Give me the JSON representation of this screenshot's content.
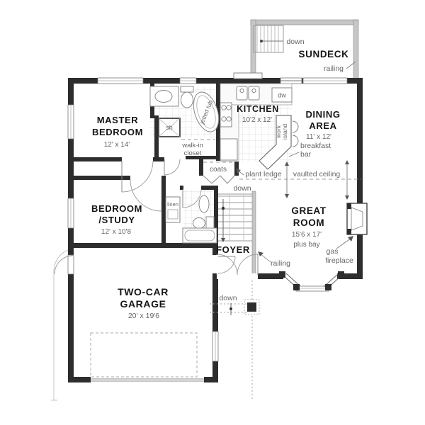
{
  "rooms": {
    "master_bedroom": {
      "line1": "MASTER",
      "line2": "BEDROOM",
      "dims": "12' x 14'"
    },
    "bedroom_study": {
      "line1": "BEDROOM",
      "line2": "/STUDY",
      "dims": "12' x 10'8"
    },
    "kitchen": {
      "name": "KITCHEN",
      "dims": "10'2 x 12'"
    },
    "dining_area": {
      "line1": "DINING",
      "line2": "AREA",
      "dims": "11' x 12'"
    },
    "great_room": {
      "line1": "GREAT",
      "line2": "ROOM",
      "dims": "15'6 x 17'",
      "note": "plus bay"
    },
    "foyer": {
      "name": "FOYER"
    },
    "garage": {
      "line1": "TWO-CAR",
      "line2": "GARAGE",
      "dims": "20' x 19'6"
    },
    "sundeck": {
      "name": "SUNDECK"
    }
  },
  "annotations": {
    "sundeck_down": "down",
    "sundeck_railing": "railing",
    "dishwasher": "dw",
    "work": "work",
    "island": "island",
    "breakfast": "breakfast",
    "bar": "bar",
    "jetted_tub": "jetted tub",
    "shower": "sh",
    "walk_in": "walk-in",
    "walk_in_closet": "closet",
    "coats": "coats",
    "plant_ledge": "plant ledge",
    "vaulted_ceiling": "vaulted ceiling",
    "linen": "linen",
    "stairs_down": "down",
    "foyer_railing": "railing",
    "gas": "gas",
    "fireplace": "fireplace",
    "porch_down": "down"
  },
  "colors": {
    "wall": "#2d2d2d",
    "railing": "#c6c6c6",
    "annotation_text": "#666666",
    "room_text": "#151515",
    "tile_grid": "#e0e0e0"
  }
}
